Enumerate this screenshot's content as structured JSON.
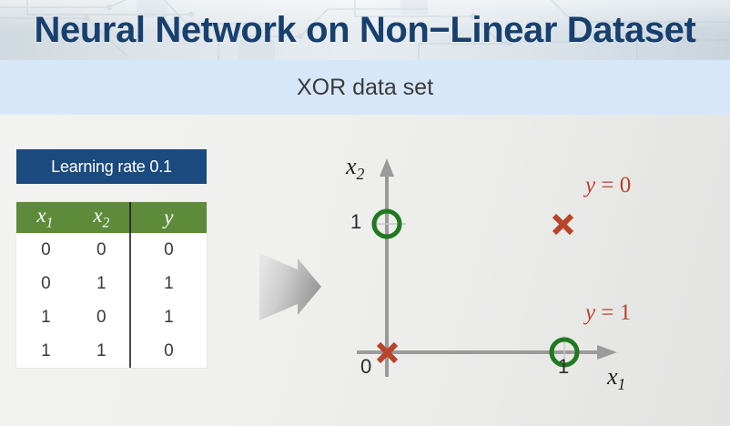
{
  "slide": {
    "title": "Neural Network on Non−Linear Dataset",
    "subtitle": "XOR data set",
    "title_color": "#17406e",
    "title_band_color": "#dde4e9",
    "subtitle_band_color": "#d6e7fa",
    "background_color": "#f0f0ee"
  },
  "panel": {
    "banner_label": "Learning rate 0.1",
    "banner_color": "#1b4a7e",
    "banner_text_color": "#ffffff"
  },
  "table": {
    "header_color": "#5d8b3a",
    "header_text_color": "#ffffff",
    "body_color": "#ffffff",
    "columns": [
      {
        "base": "x",
        "sub": "1"
      },
      {
        "base": "x",
        "sub": "2"
      },
      {
        "base": "y",
        "sub": ""
      }
    ],
    "rows": [
      {
        "x1": "0",
        "x2": "0",
        "y": "0"
      },
      {
        "x1": "0",
        "x2": "1",
        "y": "1"
      },
      {
        "x1": "1",
        "x2": "0",
        "y": "1"
      },
      {
        "x1": "1",
        "x2": "1",
        "y": "0"
      }
    ]
  },
  "arrow": {
    "name": "process-arrow",
    "direction": "right",
    "fill_light": "#e4e4e4",
    "fill_dark": "#9d9d9d"
  },
  "chart_data": {
    "type": "scatter",
    "title": "XOR data set",
    "xlabel": "x₁",
    "ylabel": "x₂",
    "axis_label_x": {
      "base": "x",
      "sub": "1"
    },
    "axis_label_y": {
      "base": "x",
      "sub": "2"
    },
    "xlim": [
      0,
      1.35
    ],
    "ylim": [
      0,
      1.35
    ],
    "xticks": [
      "0",
      "1"
    ],
    "yticks": [
      "1"
    ],
    "origin_label": "0",
    "grid": false,
    "legend_position": "right",
    "axis_color": "#9a9a9a",
    "series": [
      {
        "name": "y = 0",
        "label_base": "y",
        "label_eqn": "= 0",
        "marker": "cross",
        "color": "#b8442a",
        "points": [
          {
            "x": 0,
            "y": 0
          },
          {
            "x": 1,
            "y": 1
          }
        ]
      },
      {
        "name": "y = 1",
        "label_base": "y",
        "label_eqn": "= 1",
        "marker": "circle",
        "color": "#1f7a1f",
        "points": [
          {
            "x": 0,
            "y": 1
          },
          {
            "x": 1,
            "y": 0
          }
        ]
      }
    ]
  }
}
